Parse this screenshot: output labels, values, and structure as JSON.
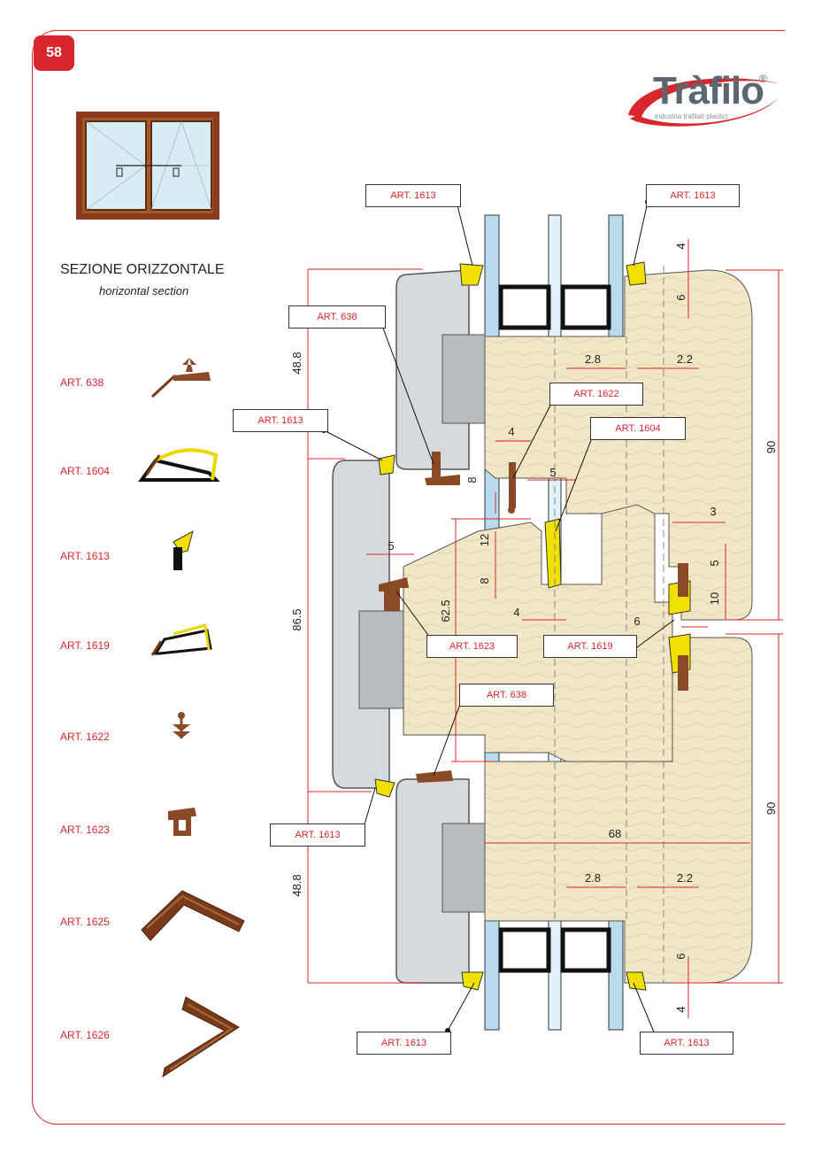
{
  "page_number": "58",
  "brand": {
    "name": "Tràfilo",
    "tagline": "industria trafilati plastici",
    "accent": "#d9262c"
  },
  "section": {
    "title": "SEZIONE ORIZZONTALE",
    "subtitle": "horizontal section"
  },
  "profiles": [
    {
      "label": "ART. 638",
      "icon": "seal-profile-638-icon"
    },
    {
      "label": "ART. 1604",
      "icon": "seal-profile-1604-icon"
    },
    {
      "label": "ART. 1613",
      "icon": "seal-profile-1613-icon"
    },
    {
      "label": "ART. 1619",
      "icon": "seal-profile-1619-icon"
    },
    {
      "label": "ART. 1622",
      "icon": "seal-profile-1622-icon"
    },
    {
      "label": "ART. 1623",
      "icon": "seal-profile-1623-icon"
    },
    {
      "label": "ART. 1625",
      "icon": "frame-corner-1625-icon"
    },
    {
      "label": "ART. 1626",
      "icon": "frame-corner-1626-icon"
    }
  ],
  "callouts": [
    "ART. 1613",
    "ART. 1613",
    "ART. 638",
    "ART. 1613",
    "ART. 1622",
    "ART. 1604",
    "ART. 1623",
    "ART. 1619",
    "ART. 638",
    "ART. 1613",
    "ART. 1613",
    "ART. 1613"
  ],
  "dimensions": {
    "d48_8_top": "48.8",
    "d86_5": "86.5",
    "d48_8_bot": "48.8",
    "d62_5": "62.5",
    "d90_top": "90",
    "d90_bot": "90",
    "d68": "68",
    "d4_top": "4",
    "d6_top": "6",
    "d2_8_top": "2.8",
    "d2_2_top": "2.2",
    "d4_a": "4",
    "d5_a": "5",
    "d8_a": "8",
    "d12": "12",
    "d8_b": "8",
    "d4_b": "4",
    "d3": "3",
    "d5_b": "5",
    "d10": "10",
    "d6_mid": "6",
    "d5_c": "5",
    "d2_8_bot": "2.8",
    "d2_2_bot": "2.2",
    "d6_bot": "6",
    "d4_bot": "4"
  }
}
